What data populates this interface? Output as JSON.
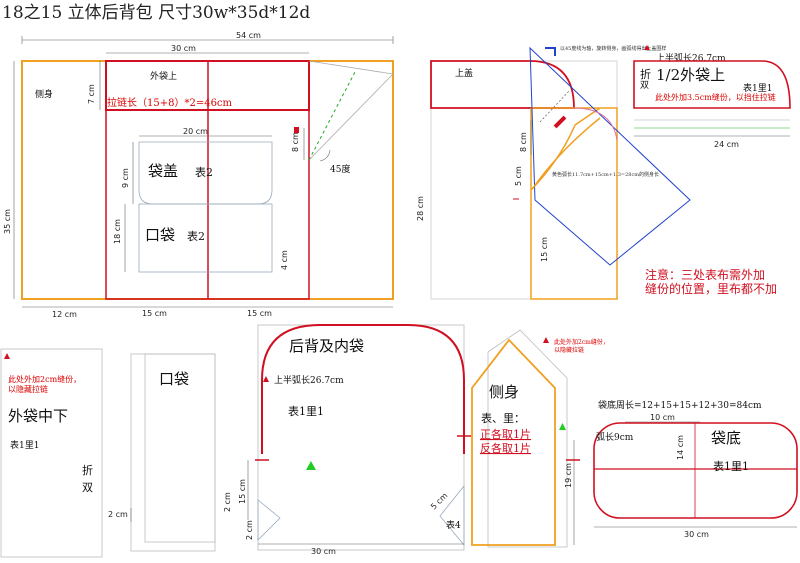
{
  "title": "18之15 立体后背包 尺寸30w*35d*12d",
  "panel_main": {
    "dim_top_total": "54 cm",
    "dim_top_30": "30 cm",
    "side_label": "侧身",
    "outer_upper_label": "外袋上",
    "dim_7cm": "7 cm",
    "zipper_text": "拉链长（15+8）*2=46cm",
    "dim_20": "20 cm",
    "flap_label": "袋盖",
    "flap_face": "表2",
    "dim_9": "9 cm",
    "pocket_label": "口袋",
    "pocket_face": "表2",
    "dim_18": "18 cm",
    "dim_8": "8 cm",
    "angle_label": "45度",
    "dim_4": "4 cm",
    "dim_35": "35 cm",
    "dim_bottom_12": "12 cm",
    "dim_bottom_15a": "15 cm",
    "dim_bottom_15b": "15 cm"
  },
  "panel_top": {
    "lid_label": "上盖",
    "note_top": "以45度线为轴，旋转侧身，画弧线得出上盖围样",
    "dim_8": "8 cm",
    "dim_5": "5 cm",
    "arc_note": "黄色弧长11.7cm+15cm+1.3=28cm的侧身长",
    "dim_28": "28 cm",
    "dim_15": "15 cm"
  },
  "panel_half": {
    "arc_label": "上半弧长26.7cm",
    "fold_char1": "折",
    "fold_char2": "双",
    "name": "1/2外袋上",
    "count": "表1里1",
    "note": "此处外加3.5cm缝份，以挡住拉链",
    "dim_24": "24 cm"
  },
  "notice": {
    "line1": "注意：三处表布需外加",
    "line2": "缝份的位置，里布都不加"
  },
  "panel_outer_lower": {
    "note1": "此处外加2cm缝份，",
    "note2": "以隐藏拉链",
    "name": "外袋中下",
    "count": "表1里1",
    "fold1": "折",
    "fold2": "双",
    "dim_2": "2 cm"
  },
  "panel_pocket": {
    "name": "口袋"
  },
  "panel_back": {
    "name": "后背及内袋",
    "arc_label": "上半弧长26.7cm",
    "count": "表1里1",
    "dim_15": "15 cm",
    "dim_2a": "2 cm",
    "dim_2b": "2 cm",
    "dim_30": "30 cm",
    "dim_5": "5 cm",
    "face4": "表4"
  },
  "panel_side": {
    "note1": "此处外加2cm缝份，",
    "note2": "以隐藏拉链",
    "name": "侧身",
    "line1": "表、里：",
    "line2": "正各取1片",
    "line3": "反各取1片",
    "dim_19": "19 cm"
  },
  "panel_base": {
    "perimeter": "袋底周长=12+15+15+12+30=84cm",
    "dim_10": "10 cm",
    "arc9": "弧长9cm",
    "name": "袋底",
    "dim_14": "14 cm",
    "count": "表1里1",
    "dim_30": "30 cm"
  }
}
